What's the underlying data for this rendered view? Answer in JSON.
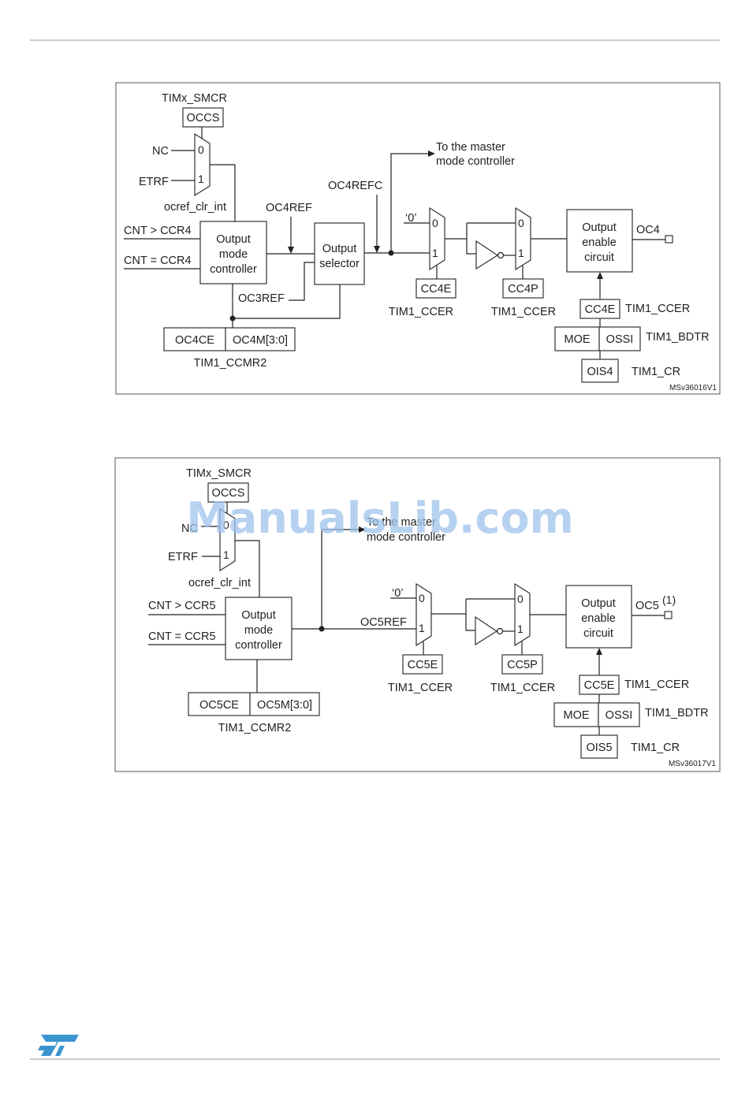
{
  "watermark": "ManualsLib.com",
  "fig1": {
    "smcr": "TIMx_SMCR",
    "occs": "OCCS",
    "nc": "NC",
    "etrf": "ETRF",
    "mux0": "0",
    "mux1": "1",
    "ocref_clr": "ocref_clr_int",
    "cnt_gt": "CNT > CCR4",
    "cnt_eq": "CNT = CCR4",
    "omc": [
      "Output",
      "mode",
      "controller"
    ],
    "ocref": "OC4REF",
    "sel": [
      "Output",
      "selector"
    ],
    "oc3ref": "OC3REF",
    "refc": "OC4REFC",
    "master": [
      "To the master",
      "mode controller"
    ],
    "zero": "‘0’",
    "cce": "CC4E",
    "ccer1": "TIM1_CCER",
    "ccp": "CC4P",
    "ccer2": "TIM1_CCER",
    "oen": [
      "Output",
      "enable",
      "circuit"
    ],
    "out": "OC4",
    "cce_b": "CC4E",
    "ccer3": "TIM1_CCER",
    "moe": "MOE",
    "ossi": "OSSI",
    "bdtr": "TIM1_BDTR",
    "ois": "OIS4",
    "cr": "TIM1_CR",
    "occe": "OC4CE",
    "ocm": "OC4M[3:0]",
    "ccmr": "TIM1_CCMR2",
    "code": "MSv36016V1"
  },
  "fig2": {
    "smcr": "TIMx_SMCR",
    "occs": "OCCS",
    "nc": "NC",
    "etrf": "ETRF",
    "mux0": "0",
    "mux1": "1",
    "master": [
      "To the master",
      "mode controller"
    ],
    "ocref_clr": "ocref_clr_int",
    "cnt_gt": "CNT > CCR5",
    "cnt_eq": "CNT = CCR5",
    "omc": [
      "Output",
      "mode",
      "controller"
    ],
    "ocref": "OC5REF",
    "zero": "‘0’",
    "cce": "CC5E",
    "ccer1": "TIM1_CCER",
    "ccp": "CC5P",
    "ccer2": "TIM1_CCER",
    "oen": [
      "Output",
      "enable",
      "circuit"
    ],
    "out": "OC5",
    "note": "(1)",
    "cce_b": "CC5E",
    "ccer3": "TIM1_CCER",
    "moe": "MOE",
    "ossi": "OSSI",
    "bdtr": "TIM1_BDTR",
    "ois": "OIS5",
    "cr": "TIM1_CR",
    "occe": "OC5CE",
    "ocm": "OC5M[3:0]",
    "ccmr": "TIM1_CCMR2",
    "code": "MSv36017V1"
  },
  "footer": {
    "logo_text": "ST",
    "brand_color": "#03234b"
  },
  "colors": {
    "logo": "#3c95d1"
  }
}
